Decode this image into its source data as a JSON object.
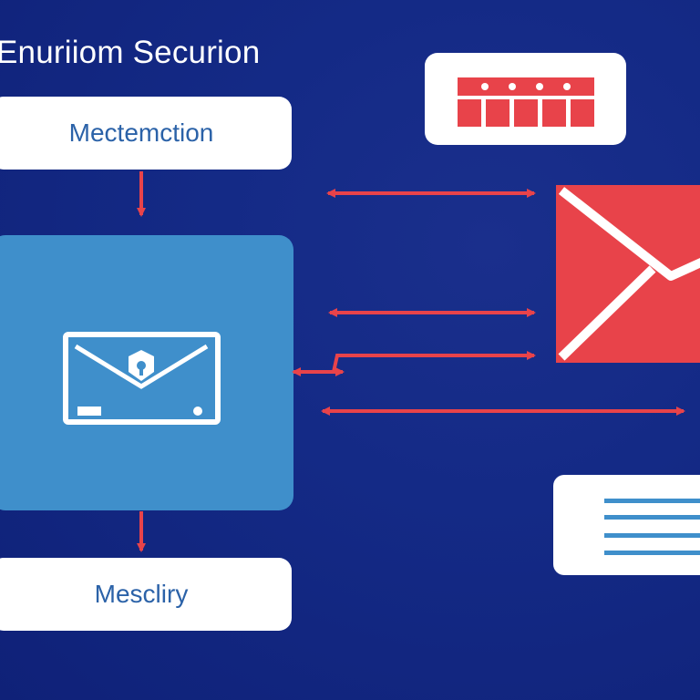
{
  "diagram": {
    "title": "Enuriiom Securion",
    "nodes": {
      "top_label": "Mectemction",
      "bottom_label": "Mescliry"
    }
  },
  "colors": {
    "background": "#142a86",
    "accent_red": "#e8434a",
    "panel_blue": "#3f8fcb",
    "label_text": "#2b62a8"
  },
  "icons": {
    "device": "secure-mail-device-icon",
    "calendar": "calendar-icon",
    "envelope": "envelope-icon",
    "document": "text-lines-icon"
  }
}
